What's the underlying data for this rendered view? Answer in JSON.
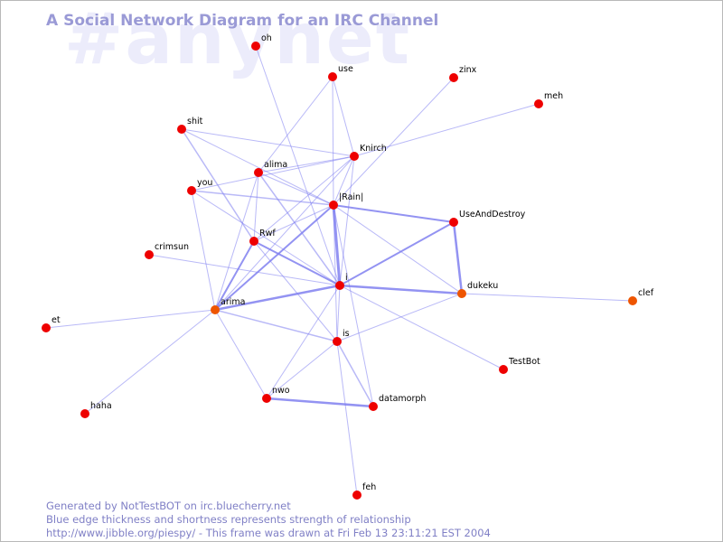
{
  "diagram": {
    "watermark": "#anynet",
    "title": "A Social Network Diagram for an IRC Channel",
    "footer": {
      "line1": "Generated by NotTestBOT on irc.bluecherry.net",
      "line2": "Blue edge thickness and shortness represents strength of relationship",
      "line3": "http://www.jibble.org/piespy/ - This frame was drawn at Fri Feb 13 23:11:21 EST 2004"
    },
    "colors": {
      "node": "#ee0000",
      "node_highlight": "#ee5500",
      "edge": "#8080f0",
      "label": "#000000",
      "title": "#9a9ad6",
      "watermark": "#ececfb"
    },
    "nodes": [
      {
        "id": "oh",
        "label": "oh"
      },
      {
        "id": "use",
        "label": "use"
      },
      {
        "id": "zinx",
        "label": "zinx"
      },
      {
        "id": "meh",
        "label": "meh"
      },
      {
        "id": "shit",
        "label": "shit"
      },
      {
        "id": "knirch",
        "label": "Knirch"
      },
      {
        "id": "alima",
        "label": "alima"
      },
      {
        "id": "you",
        "label": "you"
      },
      {
        "id": "rain",
        "label": "|Rain|"
      },
      {
        "id": "useanddestroy",
        "label": "UseAndDestroy"
      },
      {
        "id": "rwf",
        "label": "Rwf"
      },
      {
        "id": "crimsun",
        "label": "crimsun"
      },
      {
        "id": "i",
        "label": "i"
      },
      {
        "id": "dukeku",
        "label": "dukeku",
        "highlight": true
      },
      {
        "id": "clef",
        "label": "clef",
        "highlight": true
      },
      {
        "id": "arima",
        "label": "arima",
        "highlight": true
      },
      {
        "id": "et",
        "label": "et"
      },
      {
        "id": "is",
        "label": "is"
      },
      {
        "id": "testbot",
        "label": "TestBot"
      },
      {
        "id": "nwo",
        "label": "nwo"
      },
      {
        "id": "datamorph",
        "label": "datamorph"
      },
      {
        "id": "haha",
        "label": "haha"
      },
      {
        "id": "feh",
        "label": "feh"
      }
    ],
    "edges": [
      {
        "from": "rain",
        "to": "i",
        "weight": 3
      },
      {
        "from": "i",
        "to": "arima",
        "weight": 2.5
      },
      {
        "from": "i",
        "to": "dukeku",
        "weight": 2.5
      },
      {
        "from": "useanddestroy",
        "to": "dukeku",
        "weight": 2.5
      },
      {
        "from": "nwo",
        "to": "datamorph",
        "weight": 2.5
      },
      {
        "from": "rain",
        "to": "useanddestroy",
        "weight": 2
      },
      {
        "from": "i",
        "to": "useanddestroy",
        "weight": 2
      },
      {
        "from": "rain",
        "to": "arima",
        "weight": 2
      },
      {
        "from": "rwf",
        "to": "arima",
        "weight": 2
      },
      {
        "from": "rwf",
        "to": "i",
        "weight": 2
      },
      {
        "from": "shit",
        "to": "rwf",
        "weight": 1.5
      },
      {
        "from": "you",
        "to": "rain",
        "weight": 1.5
      },
      {
        "from": "is",
        "to": "datamorph",
        "weight": 1.5
      },
      {
        "from": "arima",
        "to": "is",
        "weight": 1.5
      },
      {
        "from": "alima",
        "to": "i",
        "weight": 1.5
      },
      {
        "from": "shit",
        "to": "knirch",
        "weight": 1
      },
      {
        "from": "shit",
        "to": "rain",
        "weight": 1
      },
      {
        "from": "alima",
        "to": "knirch",
        "weight": 1
      },
      {
        "from": "alima",
        "to": "rain",
        "weight": 1
      },
      {
        "from": "alima",
        "to": "rwf",
        "weight": 1
      },
      {
        "from": "alima",
        "to": "use",
        "weight": 1
      },
      {
        "from": "alima",
        "to": "arima",
        "weight": 1
      },
      {
        "from": "you",
        "to": "knirch",
        "weight": 1
      },
      {
        "from": "you",
        "to": "i",
        "weight": 1
      },
      {
        "from": "you",
        "to": "arima",
        "weight": 1
      },
      {
        "from": "use",
        "to": "knirch",
        "weight": 1
      },
      {
        "from": "use",
        "to": "rain",
        "weight": 1
      },
      {
        "from": "oh",
        "to": "i",
        "weight": 1
      },
      {
        "from": "zinx",
        "to": "rain",
        "weight": 1
      },
      {
        "from": "meh",
        "to": "knirch",
        "weight": 1
      },
      {
        "from": "knirch",
        "to": "rain",
        "weight": 1
      },
      {
        "from": "knirch",
        "to": "rwf",
        "weight": 1
      },
      {
        "from": "knirch",
        "to": "arima",
        "weight": 1
      },
      {
        "from": "knirch",
        "to": "i",
        "weight": 1
      },
      {
        "from": "rain",
        "to": "dukeku",
        "weight": 1
      },
      {
        "from": "rain",
        "to": "rwf",
        "weight": 1
      },
      {
        "from": "rain",
        "to": "is",
        "weight": 1
      },
      {
        "from": "rain",
        "to": "datamorph",
        "weight": 1
      },
      {
        "from": "rwf",
        "to": "is",
        "weight": 1
      },
      {
        "from": "crimsun",
        "to": "i",
        "weight": 1
      },
      {
        "from": "i",
        "to": "is",
        "weight": 1
      },
      {
        "from": "i",
        "to": "nwo",
        "weight": 1
      },
      {
        "from": "i",
        "to": "testbot",
        "weight": 1
      },
      {
        "from": "dukeku",
        "to": "clef",
        "weight": 1
      },
      {
        "from": "dukeku",
        "to": "is",
        "weight": 1
      },
      {
        "from": "arima",
        "to": "et",
        "weight": 1
      },
      {
        "from": "arima",
        "to": "haha",
        "weight": 1
      },
      {
        "from": "arima",
        "to": "nwo",
        "weight": 1
      },
      {
        "from": "is",
        "to": "nwo",
        "weight": 1
      },
      {
        "from": "is",
        "to": "feh",
        "weight": 1
      }
    ]
  }
}
